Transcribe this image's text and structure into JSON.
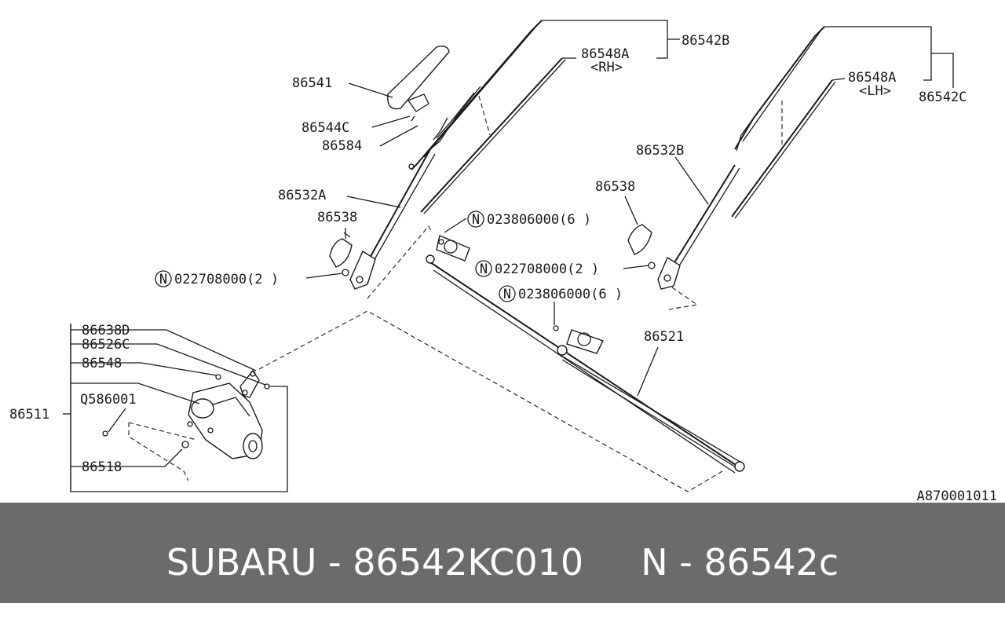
{
  "labels": {
    "p86542B": "86542B",
    "p86548A_rh": "86548A",
    "rh": "<RH>",
    "p86541": "86541",
    "p86544C": "86544C",
    "p86584": "86584",
    "p86532A": "86532A",
    "p86538_l": "86538",
    "n022708000_l": "022708000(2 )",
    "n023806000_a": "023806000(6 )",
    "n022708000_r": "022708000(2 )",
    "n023806000_b": "023806000(6 )",
    "p86548A_lh": "86548A",
    "lh": "<LH>",
    "p86542C": "86542C",
    "p86532B": "86532B",
    "p86538_r": "86538",
    "p86521": "86521",
    "p86638D": "86638D",
    "p86526C": "86526C",
    "p86548": "86548",
    "pQ586001": "Q586001",
    "p86511": "86511",
    "p86518": "86518",
    "diagram_code": "A870001011"
  },
  "n_symbol": "N",
  "footer": {
    "text": "SUBARU - 86542KC010     N - 86542c"
  }
}
